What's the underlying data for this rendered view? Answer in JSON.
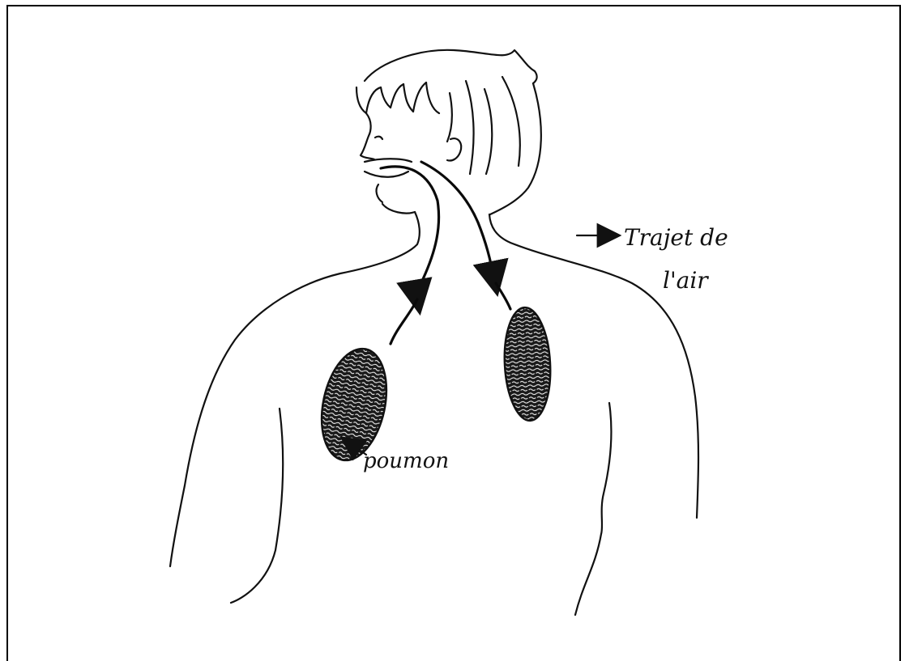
{
  "labels": {
    "lung": "poumon",
    "air_path_line1": "Trajet de",
    "air_path_line2": "l'air"
  },
  "colors": {
    "ink": "#111111",
    "background": "#ffffff"
  }
}
